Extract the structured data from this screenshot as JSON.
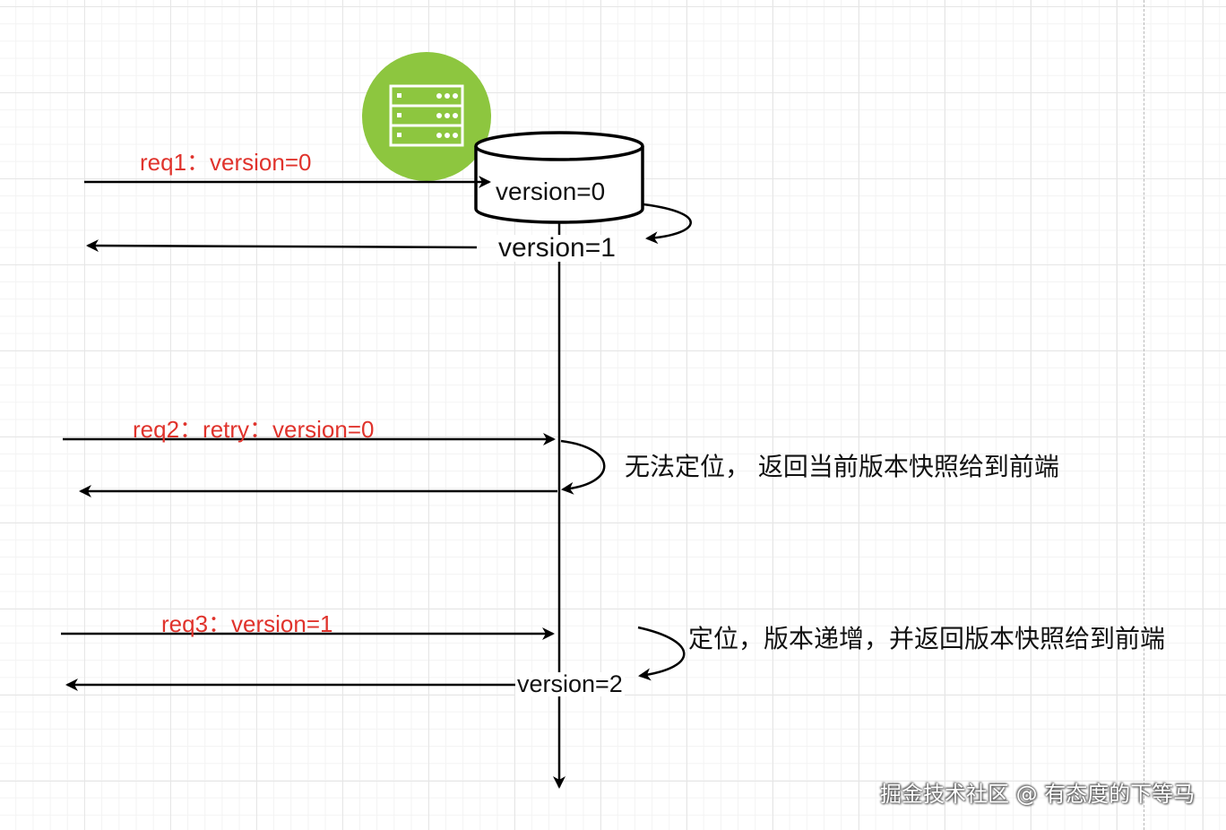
{
  "diagram": {
    "server_icon": "server-icon",
    "db_label": "version=0",
    "req1_label": "req1：version=0",
    "resp1_label": "version=1",
    "req2_label": "req2：retry：version=0",
    "note2": "无法定位， 返回当前版本快照给到前端",
    "req3_label": "req3：version=1",
    "note3": "定位，版本递增，并返回版本快照给到前端",
    "resp3_label": "version=2"
  },
  "watermark": "掘金技术社区 @ 有态度的下等马",
  "colors": {
    "request_label": "#e0332c",
    "server_badge": "#8dc63f",
    "line": "#000000"
  }
}
